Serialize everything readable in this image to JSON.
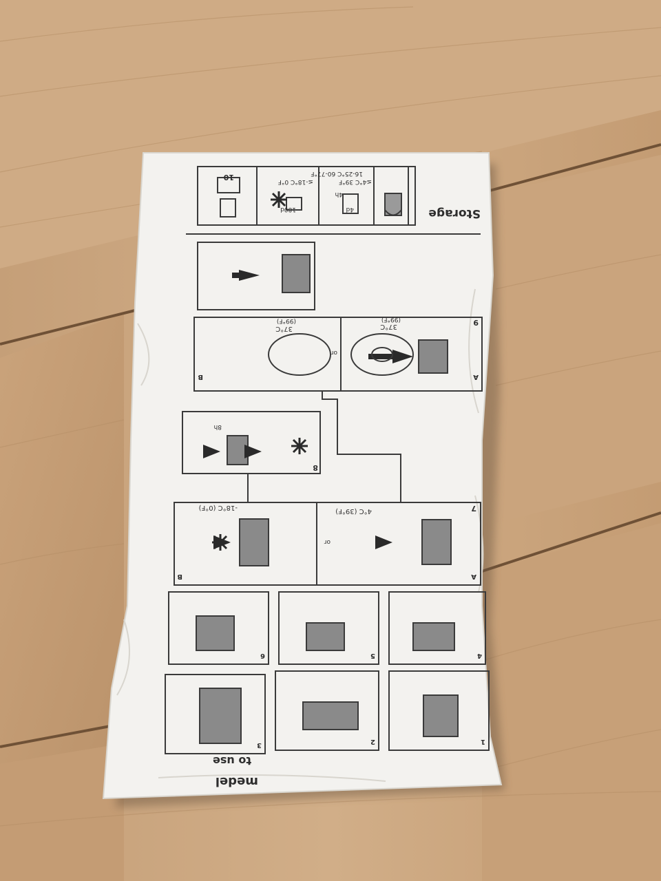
{
  "photo": {
    "subject": "sachet",
    "colors": {
      "floor": "#c9a57e",
      "floor_dark": "#a98460",
      "seam": "#6f5136",
      "pack": "#f3f2ef",
      "ink": "#3a3a3a",
      "fill": "#8a8a8a"
    }
  },
  "pack": {
    "heading_storage": "Storage",
    "heading_use": "to use",
    "brand": "medel",
    "storage": {
      "freezer_temp": "≤-18°C 0°F",
      "freezer_time": "180d",
      "fridge_temp": "≤4°C 39°F",
      "fridge_time": "4d",
      "room_temp": "16-25°C 60-77°F",
      "room_time": "4h"
    },
    "panels": {
      "p1": "1",
      "p2": "2",
      "p3": "3",
      "p4": "4",
      "p5": "5",
      "p6": "6",
      "p7": "7",
      "p8": "8",
      "p9": "9",
      "p10": "10"
    },
    "option_a": "A",
    "option_b": "B",
    "or_label": "or",
    "fridge_label": "4°C (39°F)",
    "freezer_label": "-18°C (0°F)",
    "thaw_time": "8h",
    "warm_label": "37°C",
    "warm_label_f": "(99°F)"
  }
}
